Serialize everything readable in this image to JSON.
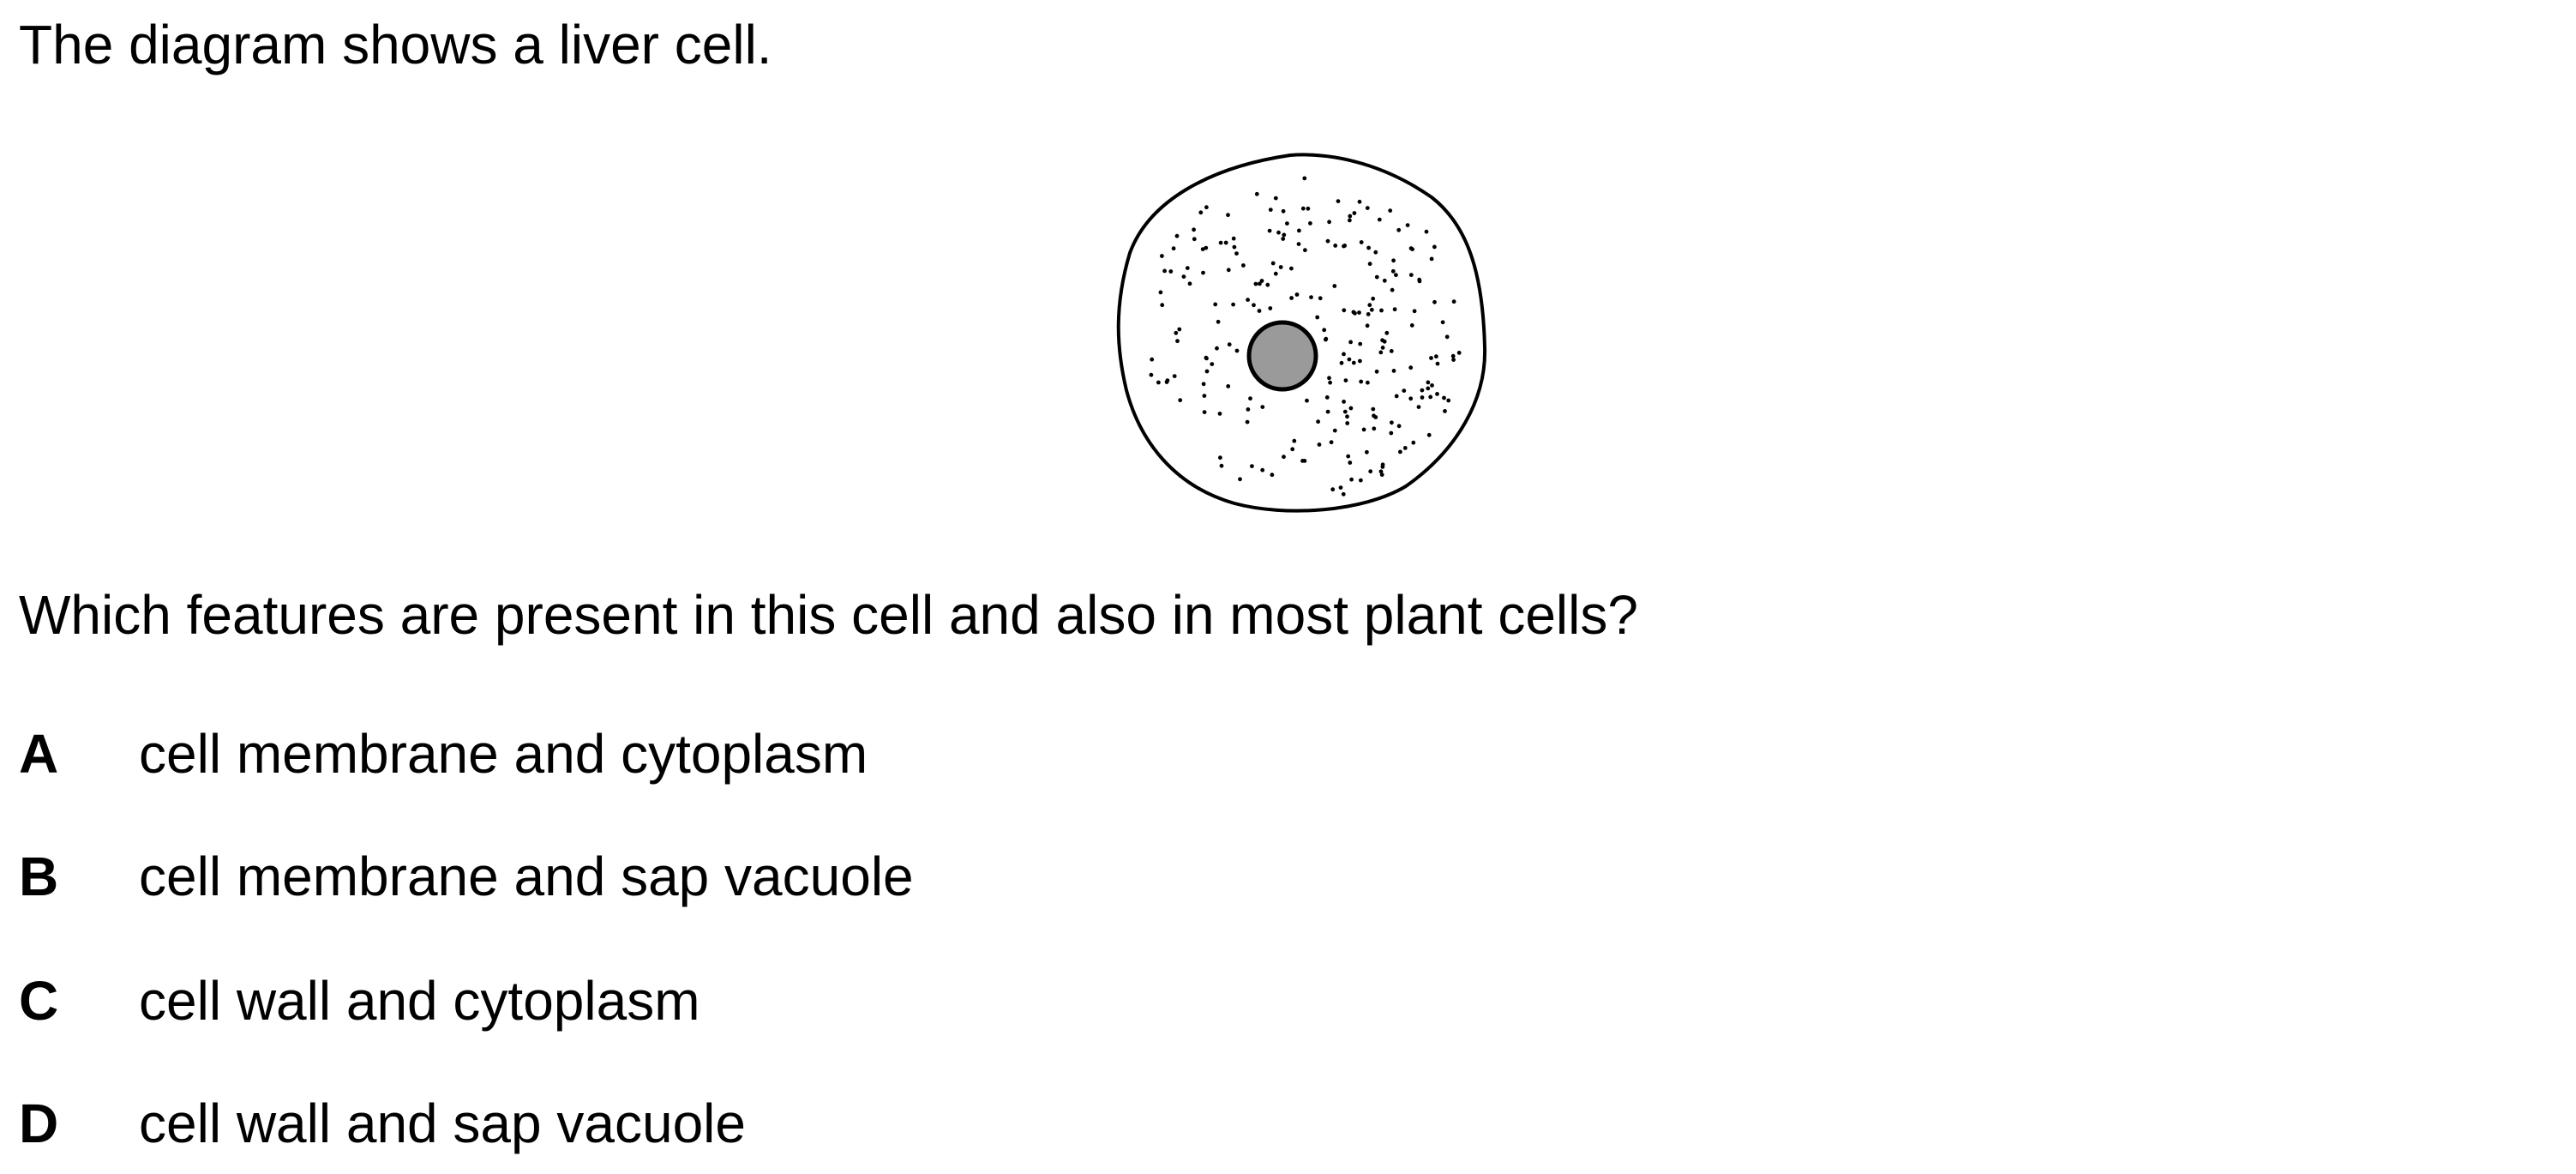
{
  "question": {
    "intro": "The diagram shows a liver cell.",
    "prompt": "Which features are present in this cell and also in most plant cells?",
    "options": [
      {
        "letter": "A",
        "text": "cell membrane and cytoplasm"
      },
      {
        "letter": "B",
        "text": "cell membrane and sap vacuole"
      },
      {
        "letter": "C",
        "text": "cell wall and cytoplasm"
      },
      {
        "letter": "D",
        "text": "cell wall and sap vacuole"
      }
    ]
  },
  "diagram": {
    "subject": "liver cell",
    "nucleus_fill": "#9a9a9a",
    "outline_color": "#000000"
  }
}
